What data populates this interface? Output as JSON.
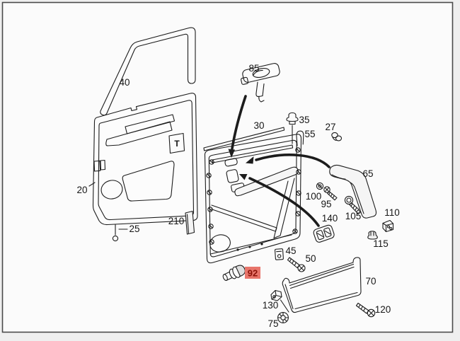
{
  "diagram": {
    "kind": "exploded-parts-diagram",
    "subject": "front-door-interior-trim-panel",
    "canvas_color": "#fbfbfb",
    "frame_color": "#4a4a4a",
    "line_color": "#1c1c1c",
    "highlight": {
      "part": "92",
      "bg": "#e8756b",
      "text": "#8b1208"
    },
    "marking_t": "T",
    "labels": {
      "p20": "20",
      "p25": "25",
      "p27": "27",
      "p30": "30",
      "p35": "35",
      "p40": "40",
      "p45": "45",
      "p50": "50",
      "p55": "55",
      "p65": "65",
      "p70": "70",
      "p75": "75",
      "p85": "85",
      "p92": "92",
      "p95": "95",
      "p100": "100",
      "p105": "105",
      "p110": "110",
      "p115": "115",
      "p120": "120",
      "p130": "130",
      "p140": "140",
      "p210": "210"
    }
  }
}
